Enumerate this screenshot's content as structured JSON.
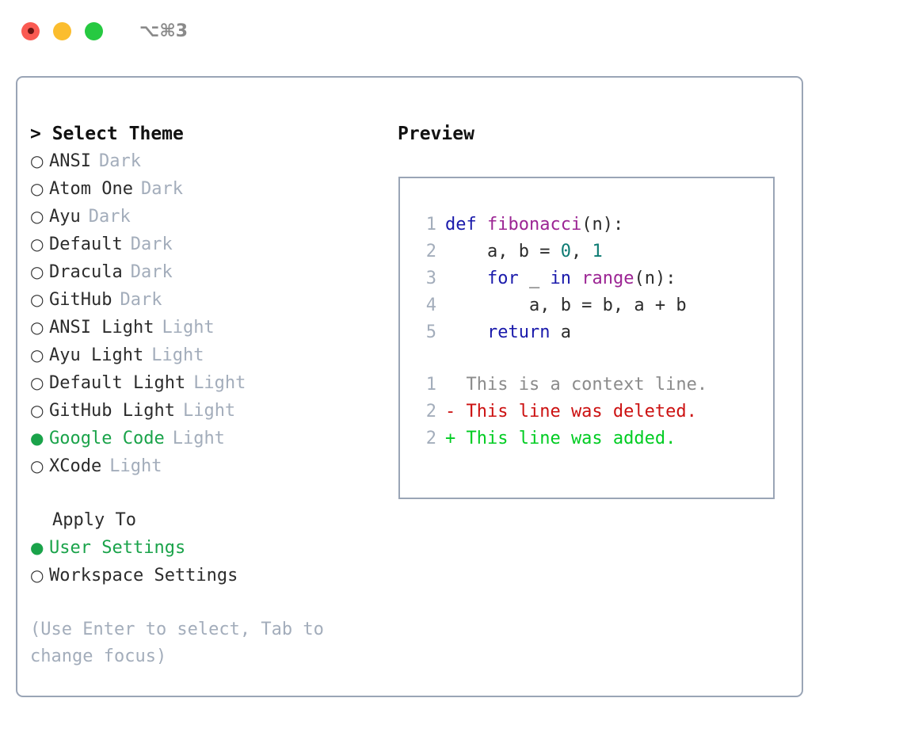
{
  "window": {
    "shortcut_hint": "⌥⌘3",
    "traffic_lights": [
      {
        "name": "close",
        "color": "#fa5a52"
      },
      {
        "name": "minimize",
        "color": "#fbbd2e"
      },
      {
        "name": "zoom",
        "color": "#26c941"
      }
    ]
  },
  "theme_picker": {
    "heading": "> Select Theme",
    "selected_marker": "●",
    "unselected_marker": "○",
    "accent_color": "#1aa34a",
    "variant_color": "#a3adbb",
    "items": [
      {
        "marker": "○",
        "name": "ANSI",
        "variant": "Dark",
        "selected": false
      },
      {
        "marker": "○",
        "name": "Atom One",
        "variant": "Dark",
        "selected": false
      },
      {
        "marker": "○",
        "name": "Ayu",
        "variant": "Dark",
        "selected": false
      },
      {
        "marker": "○",
        "name": "Default",
        "variant": "Dark",
        "selected": false
      },
      {
        "marker": "○",
        "name": "Dracula",
        "variant": "Dark",
        "selected": false
      },
      {
        "marker": "○",
        "name": "GitHub",
        "variant": "Dark",
        "selected": false
      },
      {
        "marker": "○",
        "name": "ANSI Light",
        "variant": "Light",
        "selected": false
      },
      {
        "marker": "○",
        "name": "Ayu Light",
        "variant": "Light",
        "selected": false
      },
      {
        "marker": "○",
        "name": "Default Light",
        "variant": "Light",
        "selected": false
      },
      {
        "marker": "○",
        "name": "GitHub Light",
        "variant": "Light",
        "selected": false
      },
      {
        "marker": "●",
        "name": "Google Code",
        "variant": "Light",
        "selected": true
      },
      {
        "marker": "○",
        "name": "XCode",
        "variant": "Light",
        "selected": false
      }
    ]
  },
  "apply_to": {
    "label": "Apply To",
    "items": [
      {
        "marker": "●",
        "name": "User Settings",
        "selected": true
      },
      {
        "marker": "○",
        "name": "Workspace Settings",
        "selected": false
      }
    ]
  },
  "hint": "(Use Enter to select, Tab to change focus)",
  "preview": {
    "heading": "Preview",
    "code_lines": [
      {
        "number": "1",
        "tokens": [
          {
            "text": "def ",
            "type": "kw"
          },
          {
            "text": "fibonacci",
            "type": "fn"
          },
          {
            "text": "(n):",
            "type": "plain"
          }
        ]
      },
      {
        "number": "2",
        "tokens": [
          {
            "text": "    a, b = ",
            "type": "plain"
          },
          {
            "text": "0",
            "type": "num"
          },
          {
            "text": ", ",
            "type": "plain"
          },
          {
            "text": "1",
            "type": "num"
          }
        ]
      },
      {
        "number": "3",
        "tokens": [
          {
            "text": "    ",
            "type": "plain"
          },
          {
            "text": "for",
            "type": "kw"
          },
          {
            "text": " _ ",
            "type": "plain"
          },
          {
            "text": "in",
            "type": "kw"
          },
          {
            "text": " ",
            "type": "plain"
          },
          {
            "text": "range",
            "type": "fn"
          },
          {
            "text": "(n):",
            "type": "plain"
          }
        ]
      },
      {
        "number": "4",
        "tokens": [
          {
            "text": "        a, b = b, a + b",
            "type": "plain"
          }
        ]
      },
      {
        "number": "5",
        "tokens": [
          {
            "text": "    ",
            "type": "plain"
          },
          {
            "text": "return",
            "type": "kw"
          },
          {
            "text": " a",
            "type": "plain"
          }
        ]
      }
    ],
    "diff_lines": [
      {
        "number": "1",
        "text": "  This is a context line.",
        "kind": "context"
      },
      {
        "number": "2",
        "text": "- This line was deleted.",
        "kind": "deleted"
      },
      {
        "number": "2",
        "text": "+ This line was added.",
        "kind": "added"
      }
    ],
    "syntax_colors": {
      "keyword": "#1a1aab",
      "function": "#9c2594",
      "number": "#0d7b73",
      "plain": "#2c2c2c",
      "gutter": "#a3adbb",
      "diff_context": "#8b8b8b",
      "diff_deleted": "#cc1111",
      "diff_added": "#00cc22"
    }
  }
}
